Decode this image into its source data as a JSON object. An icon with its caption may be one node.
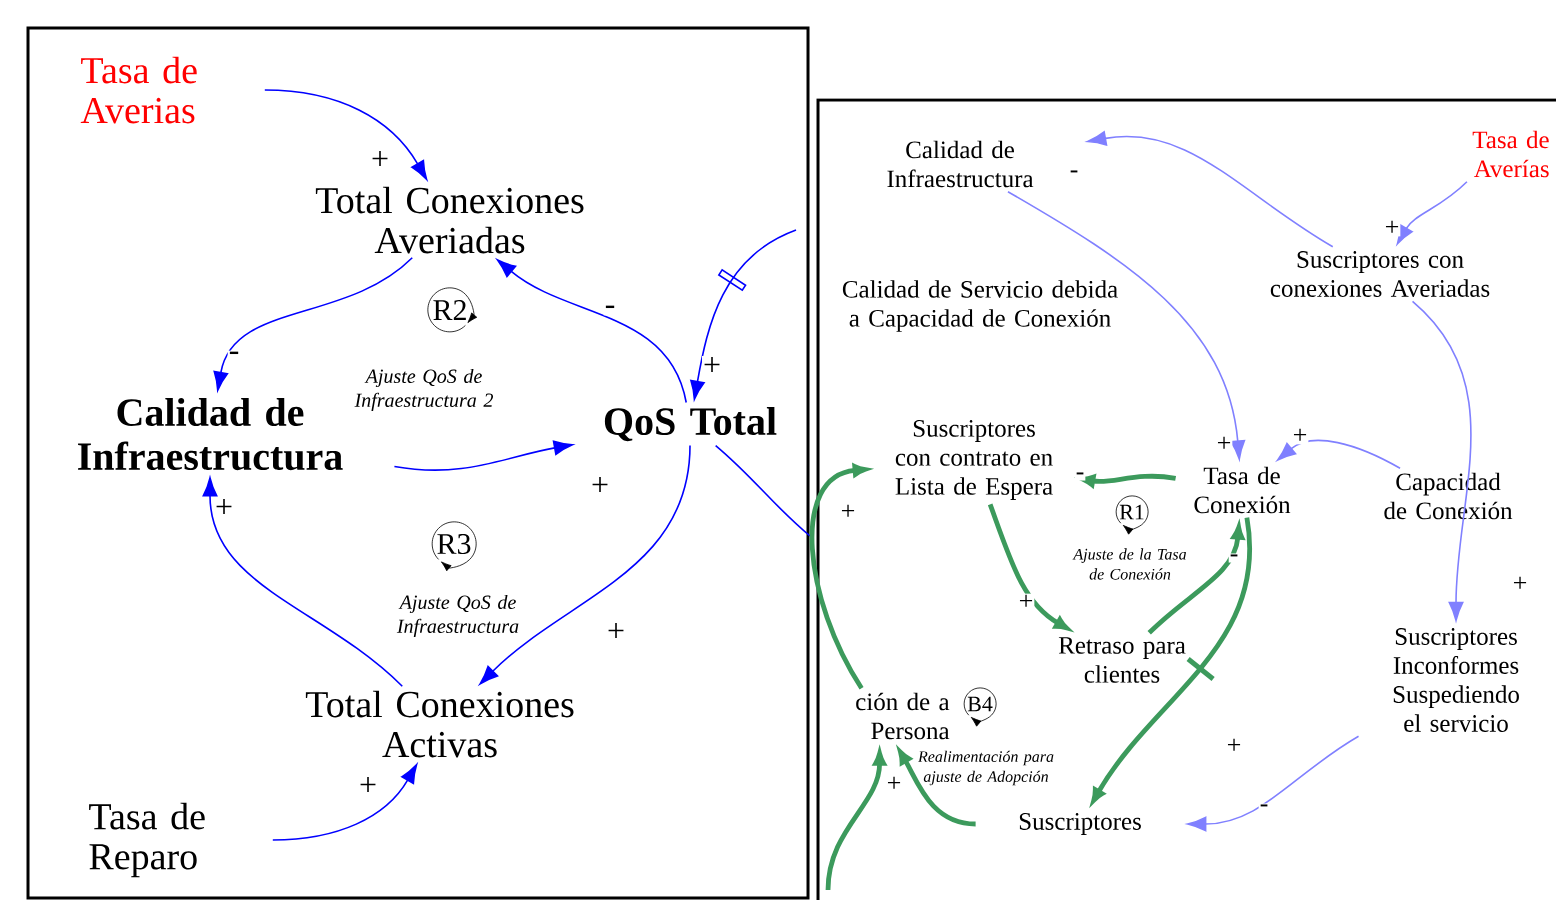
{
  "diagram": {
    "nodes": [
      {
        "text": [
          "Tasa de Averias"
        ]
      },
      {
        "text": [
          "Total Conexiones Averiadas"
        ]
      },
      {
        "text": [
          "Calidad de Infraestructura"
        ]
      },
      {
        "text": [
          "QoS Total"
        ]
      },
      {
        "text": [
          "Total Conexiones Activas"
        ]
      },
      {
        "text": [
          "Tasa de Reparo"
        ]
      },
      {
        "text": [
          "Calidad de Infraestructura"
        ]
      },
      {
        "text": [
          "Tasa de Averías"
        ]
      },
      {
        "text": [
          "Suscriptores con conexiones Averiadas"
        ]
      },
      {
        "text": [
          "Calidad de Servicio debida a Capacidad de Conexión"
        ]
      },
      {
        "text": [
          "Suscriptores con contrato en Lista de Espera"
        ]
      },
      {
        "text": [
          "Tasa de Conexión"
        ]
      },
      {
        "text": [
          "Capacidad de Conexión"
        ]
      },
      {
        "text": [
          "Retraso para clientes"
        ]
      },
      {
        "text": [
          "ción de a Persona"
        ]
      },
      {
        "text": [
          "Suscriptores Inconformes Suspediendo el servicio"
        ]
      },
      {
        "text": [
          "Suscriptores"
        ]
      }
    ],
    "edges": [
      {
        "from": 0,
        "to": 1,
        "arrow": "to",
        "label": "+"
      },
      {
        "from": 1,
        "to": 2,
        "arrow": "to",
        "label": "-"
      },
      {
        "from": 3,
        "to": 1,
        "arrow": "to",
        "label": "-"
      },
      {
        "from": null,
        "to": 3,
        "arrow": "to",
        "label": "+"
      },
      {
        "from": 2,
        "to": 3,
        "arrow": "to",
        "label": "+"
      },
      {
        "from": 3,
        "to": 4,
        "arrow": "to",
        "label": "+"
      },
      {
        "from": 4,
        "to": 2,
        "arrow": "to",
        "label": "+"
      },
      {
        "from": 5,
        "to": 4,
        "arrow": "to",
        "label": "+"
      },
      {
        "from": 3,
        "to": null,
        "arrow": "none"
      },
      {
        "from": 8,
        "to": 6,
        "arrow": "to",
        "label": "-",
        "color": "#8080ff"
      },
      {
        "from": 7,
        "to": 8,
        "arrow": "to",
        "label": "+",
        "color": "#8080ff"
      },
      {
        "from": 6,
        "to": 11,
        "arrow": "to",
        "label": "+",
        "color": "#8080ff"
      },
      {
        "from": 12,
        "to": 11,
        "arrow": "to",
        "label": "+",
        "color": "#8080ff"
      },
      {
        "from": 11,
        "to": 10,
        "arrow": "to",
        "label": "-",
        "style": "thick",
        "color": "#3c9a5c"
      },
      {
        "from": 10,
        "to": 13,
        "arrow": "to",
        "label": "+",
        "style": "thick",
        "color": "#3c9a5c"
      },
      {
        "from": 13,
        "to": 11,
        "arrow": "to",
        "label": "-",
        "style": "thick",
        "color": "#3c9a5c"
      },
      {
        "from": 11,
        "to": 16,
        "arrow": "to",
        "label": "+",
        "style": "thick",
        "color": "#3c9a5c"
      },
      {
        "from": 16,
        "to": 14,
        "arrow": "to",
        "label": "+",
        "style": "thick",
        "color": "#3c9a5c"
      },
      {
        "from": 8,
        "to": 15,
        "arrow": "to",
        "label": "+",
        "color": "#8080ff"
      },
      {
        "from": 15,
        "to": 16,
        "arrow": "to",
        "label": "-",
        "color": "#8080ff"
      },
      {
        "from": 14,
        "to": 10,
        "arrow": "to",
        "label": "+",
        "style": "thick",
        "color": "#3c9a5c"
      },
      {
        "from": null,
        "to": 14,
        "arrow": "to",
        "style": "thick",
        "color": "#3c9a5c"
      }
    ],
    "labels": [
      "R2",
      "Ajuste QoS de Infraestructura 2",
      "R3",
      "Ajuste QoS de Infraestructura",
      "R1",
      "Ajuste de la Tasa de Conexión",
      "B4",
      "Realimentación para ajuste de Adopción"
    ]
  }
}
